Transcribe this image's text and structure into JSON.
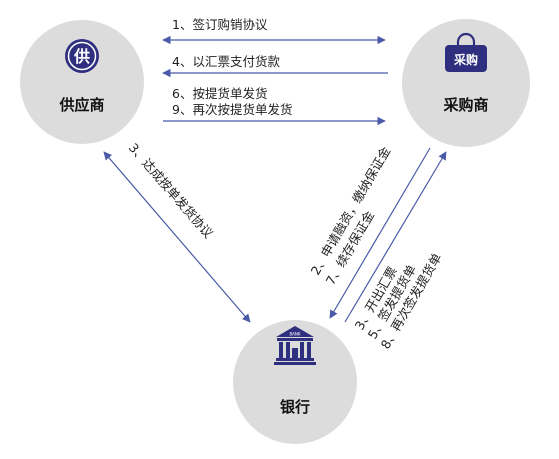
{
  "nodes": {
    "supplier": {
      "label": "供应商",
      "icon_text": "供",
      "icon": "supplier-seal-icon"
    },
    "buyer": {
      "label": "采购商",
      "icon_text": "采购",
      "icon": "shopping-bag-icon"
    },
    "bank": {
      "label": "银行",
      "icon_text": "BANK",
      "icon": "bank-building-icon"
    }
  },
  "flows": {
    "top_1": "1、签订购销协议",
    "top_4": "4、以汇票支付货款",
    "top_6": "6、按提货单发货",
    "top_9": "9、再次按提货单发货",
    "left_3": "3、达成按单发货协议",
    "mid_2": "2、申请融资，缴纳保证金",
    "mid_7": "7、续存保证金",
    "right_3": "3、开出汇票",
    "right_5": "5、签发提货单",
    "right_8": "8、再次签发提货单"
  },
  "colors": {
    "node_circle": "#dcdcdc",
    "icon": "#2e2f7f",
    "arrow": "#4a5aa8"
  }
}
